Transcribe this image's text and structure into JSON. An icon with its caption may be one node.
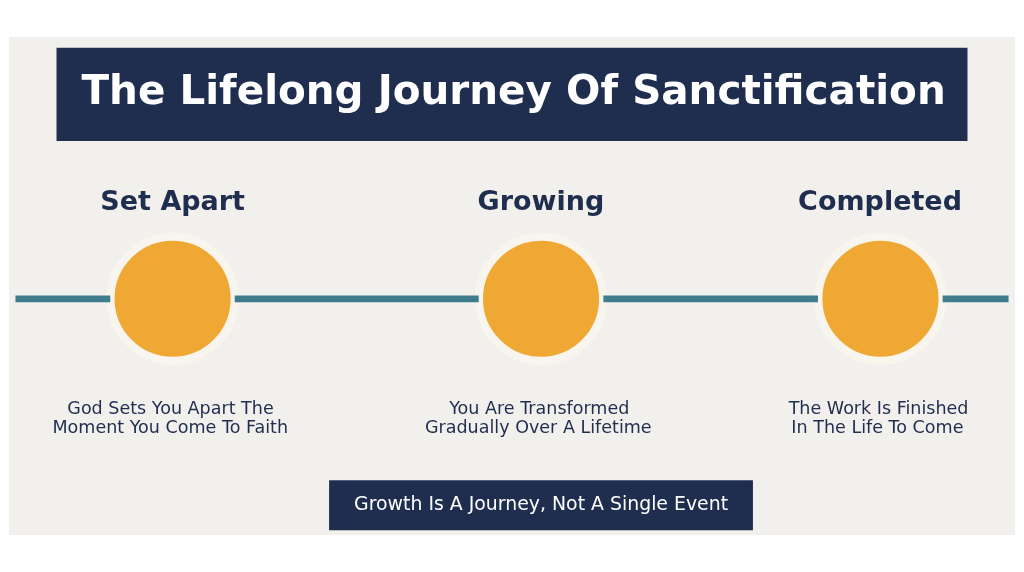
{
  "diagram": {
    "title": "The Lifelong Journey Of Sanctification",
    "nodes": [
      {
        "text": [
          "Set Apart"
        ],
        "beside": [
          "God Sets You Apart The Moment You Come To Faith"
        ]
      },
      {
        "text": [
          "Growing"
        ],
        "beside": [
          "You Are Transformed Gradually Over A Lifetime"
        ]
      },
      {
        "text": [
          "Completed"
        ],
        "beside": [
          "The Work Is Finished In The Life To Come"
        ]
      },
      {
        "text": [
          "Growth Is A Journey, Not A Single Event"
        ]
      }
    ],
    "edges": [
      {
        "from": null,
        "to": 0,
        "arrow": "none"
      },
      {
        "from": 0,
        "to": 1,
        "arrow": "none"
      },
      {
        "from": 1,
        "to": 2,
        "arrow": "none"
      },
      {
        "from": 2,
        "to": null,
        "arrow": "none"
      }
    ]
  }
}
